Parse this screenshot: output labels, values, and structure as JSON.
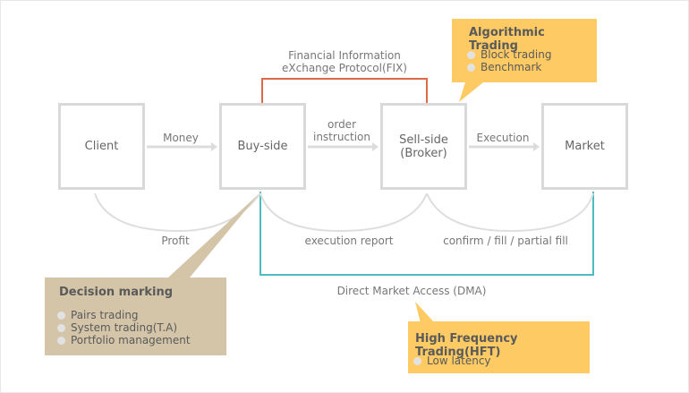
{
  "colors": {
    "box_border": "#d9d9d9",
    "fix_line": "#e0694a",
    "dma_line": "#4dbcbf",
    "algo_callout": "#fdca64",
    "hft_callout": "#fdca64",
    "decision_callout": "#d4c5a9"
  },
  "nodes": {
    "client": "Client",
    "buy_side": "Buy-side",
    "sell_side_line1": "Sell-side",
    "sell_side_line2": "(Broker)",
    "market": "Market"
  },
  "edges": {
    "money": "Money",
    "order_line1": "order",
    "order_line2": "instruction",
    "execution": "Execution",
    "profit": "Profit",
    "execution_report": "execution report",
    "confirm_fill": "confirm / fill / partial fill",
    "fix_line1": "Financial Information",
    "fix_line2": "eXchange Protocol(FIX)",
    "dma": "Direct Market Access (DMA)"
  },
  "callouts": {
    "algorithmic": {
      "title": "Algorithmic Trading",
      "items": [
        "Block trading",
        "Benchmark"
      ]
    },
    "decision": {
      "title": "Decision marking",
      "items": [
        "Pairs trading",
        "System trading(T.A)",
        "Portfolio management"
      ]
    },
    "hft": {
      "title": "High Frequency Trading(HFT)",
      "items": [
        "Low latency"
      ]
    }
  }
}
